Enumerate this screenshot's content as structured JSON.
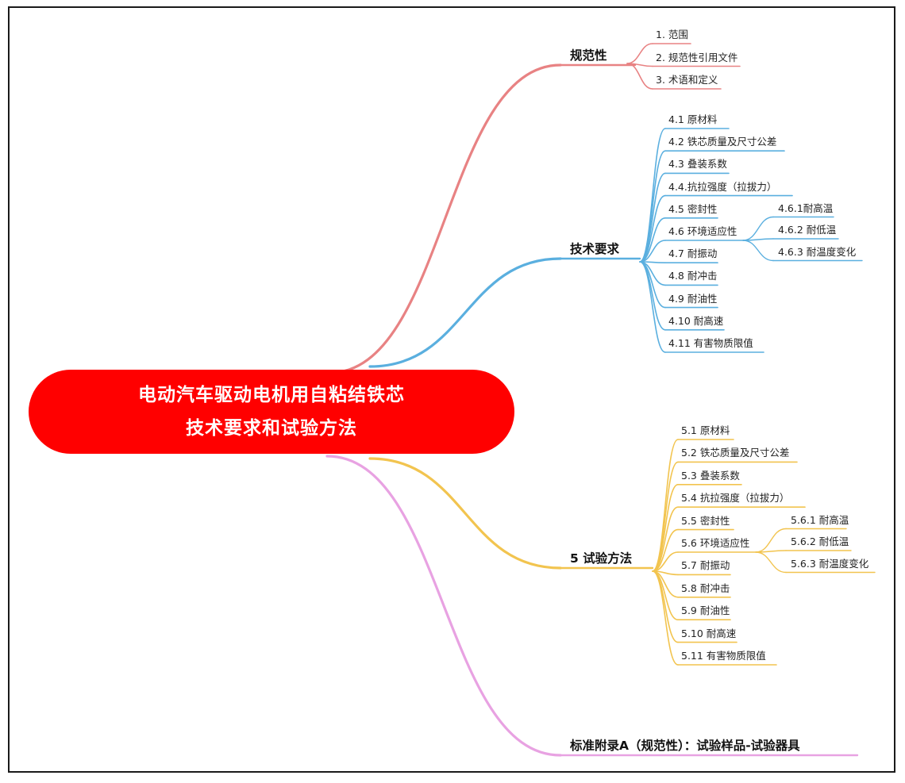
{
  "root": {
    "line1": "电动汽车驱动电机用自粘结铁芯",
    "line2": "技术要求和试验方法"
  },
  "colors": {
    "root": "#ff0000",
    "normative": "#e88283",
    "technical": "#5aafdf",
    "test": "#f2c44f",
    "appendix": "#e8a2e2"
  },
  "branches": [
    {
      "id": "normative",
      "label": "规范性",
      "items": [
        {
          "label": "1. 范围"
        },
        {
          "label": "2. 规范性引用文件"
        },
        {
          "label": "3. 术语和定义"
        }
      ]
    },
    {
      "id": "technical",
      "label": "技术要求",
      "items": [
        {
          "label": "4.1    原材料"
        },
        {
          "label": "4.2 铁芯质量及尺寸公差"
        },
        {
          "label": "4.3 叠装系数"
        },
        {
          "label": "4.4.抗拉强度（拉拔力）"
        },
        {
          "label": "4.5 密封性"
        },
        {
          "label": "4.6 环境适应性",
          "children": [
            {
              "label": "4.6.1耐高温"
            },
            {
              "label": "4.6.2 耐低温"
            },
            {
              "label": "4.6.3 耐温度变化"
            }
          ]
        },
        {
          "label": "4.7 耐振动"
        },
        {
          "label": "4.8 耐冲击"
        },
        {
          "label": "4.9 耐油性"
        },
        {
          "label": "4.10 耐高速"
        },
        {
          "label": "4.11 有害物质限值"
        }
      ]
    },
    {
      "id": "test",
      "label": "5 试验方法",
      "items": [
        {
          "label": "5.1 原材料"
        },
        {
          "label": "5.2 铁芯质量及尺寸公差"
        },
        {
          "label": "5.3 叠装系数"
        },
        {
          "label": "5.4  抗拉强度（拉拔力）"
        },
        {
          "label": "5.5  密封性"
        },
        {
          "label": "5.6 环境适应性",
          "children": [
            {
              "label": "5.6.1 耐高温"
            },
            {
              "label": "5.6.2 耐低温"
            },
            {
              "label": "5.6.3 耐温度变化"
            }
          ]
        },
        {
          "label": "5.7 耐振动"
        },
        {
          "label": "5.8 耐冲击"
        },
        {
          "label": "5.9 耐油性"
        },
        {
          "label": "5.10 耐高速"
        },
        {
          "label": "5.11 有害物质限值"
        }
      ]
    },
    {
      "id": "appendix",
      "label": "标准附录A（规范性）：试验样品-试验器具",
      "items": []
    }
  ]
}
